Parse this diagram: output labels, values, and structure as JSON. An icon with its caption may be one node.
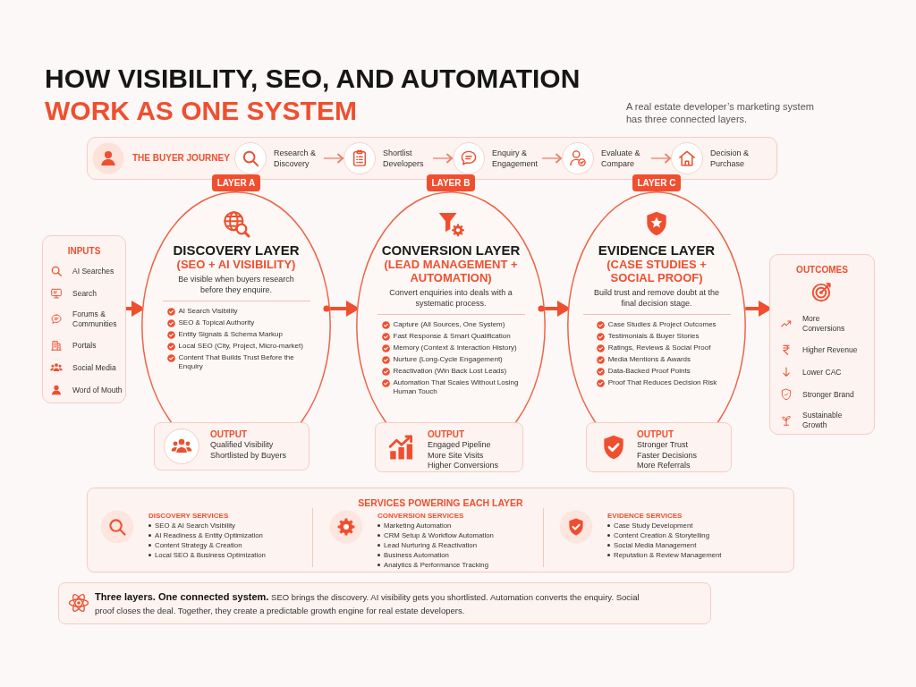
{
  "diagram": {
    "title": "HOW VISIBILITY, SEO, AND AUTOMATION WORK AS ONE SYSTEM",
    "nodes": [
      {
        "text": [
          "THE BUYER JOURNEY"
        ]
      },
      {
        "text": [
          "Research & Discovery"
        ],
        "in": 0
      },
      {
        "text": [
          "Shortlist Developers"
        ],
        "in": 0
      },
      {
        "text": [
          "Enquiry & Engagement"
        ],
        "in": 0
      },
      {
        "text": [
          "Evaluate & Compare"
        ],
        "in": 0
      },
      {
        "text": [
          "Decision & Purchase"
        ],
        "in": 0
      },
      {
        "text": [
          "INPUTS",
          "AI Searches",
          "Search",
          "Forums & Communities",
          "Portals",
          "Social Media",
          "Word of Mouth"
        ]
      },
      {
        "text": [
          "LAYER A"
        ]
      },
      {
        "text": [
          "DISCOVERY LAYER",
          "(SEO + AI VISIBILITY)",
          "Be visible when buyers research before they enquire.",
          "AI Search Visibility",
          "SEO & Topical Authority",
          "Entity Signals & Schema Markup",
          "Local SEO (City, Project, Micro-market)",
          "Content That Builds Trust Before the Enquiry"
        ]
      },
      {
        "text": [
          "OUTPUT",
          "Qualified Visibility",
          "Shortlisted by Buyers"
        ]
      },
      {
        "text": [
          "LAYER B"
        ]
      },
      {
        "text": [
          "CONVERSION LAYER",
          "(LEAD MANAGEMENT + AUTOMATION)",
          "Convert enquiries into deals with a systematic process.",
          "Capture (All Sources, One System)",
          "Fast Response & Smart Qualification",
          "Memory (Context & Interaction History)",
          "Nurture (Long-Cycle Engagement)",
          "Reactivation (Win Back Lost Leads)",
          "Automation That Scales Without Losing Human Touch"
        ]
      },
      {
        "text": [
          "OUTPUT",
          "Engaged Pipeline",
          "More Site Visits",
          "Higher Conversions"
        ]
      },
      {
        "text": [
          "LAYER C"
        ]
      },
      {
        "text": [
          "EVIDENCE LAYER",
          "(CASE STUDIES + SOCIAL PROOF)",
          "Build trust and remove doubt at the final decision stage.",
          "Case Studies & Project Outcomes",
          "Testimonials & Buyer Stories",
          "Ratings, Reviews & Social Proof",
          "Media Mentions & Awards",
          "Data-Backed Proof Points",
          "Proof That Reduces Decision Risk"
        ]
      },
      {
        "text": [
          "OUTPUT",
          "Stronger Trust",
          "Faster Decisions",
          "More Referrals"
        ]
      },
      {
        "text": [
          "OUTCOMES",
          "More Conversions",
          "Higher Revenue",
          "Lower CAC",
          "Stronger Brand",
          "Sustainable Growth"
        ]
      },
      {
        "text": [
          "SERVICES POWERING EACH LAYER",
          "DISCOVERY SERVICES",
          "SEO & AI Search Visibility",
          "AI Readiness & Entity Optimization",
          "Content Strategy & Creation",
          "Local SEO & Business Optimization",
          "CONVERSION SERVICES",
          "Marketing Automation",
          "CRM Setup & Workflow Automation",
          "Lead Nurturing & Reactivation",
          "Business Automation",
          "Analytics & Performance Tracking",
          "EVIDENCE SERVICES",
          "Case Study Development",
          "Content Creation & Storytelling",
          "Social Media Management",
          "Reputation & Review Management"
        ]
      },
      {
        "text": [
          "**Three layers. One connected system.** SEO brings the discovery. AI visibility gets you shortlisted. Automation converts the enquiry. Social proof closes the deal. Together, they create a predictable growth engine for real estate developers."
        ]
      }
    ],
    "edges": [
      {
        "from": 1,
        "to": 2,
        "arrow": "to"
      },
      {
        "from": 2,
        "to": 3,
        "arrow": "to"
      },
      {
        "from": 3,
        "to": 4,
        "arrow": "to"
      },
      {
        "from": 4,
        "to": 5,
        "arrow": "to"
      },
      {
        "from": 6,
        "to": 8,
        "arrow": "to",
        "style": "thick"
      },
      {
        "from": 8,
        "to": 11,
        "arrow": "to",
        "style": "thick"
      },
      {
        "from": 11,
        "to": 14,
        "arrow": "to",
        "style": "thick"
      },
      {
        "from": 14,
        "to": 16,
        "arrow": "to",
        "style": "thick"
      }
    ],
    "labels": [
      "A real estate developer’s marketing system has three connected layers."
    ]
  }
}
